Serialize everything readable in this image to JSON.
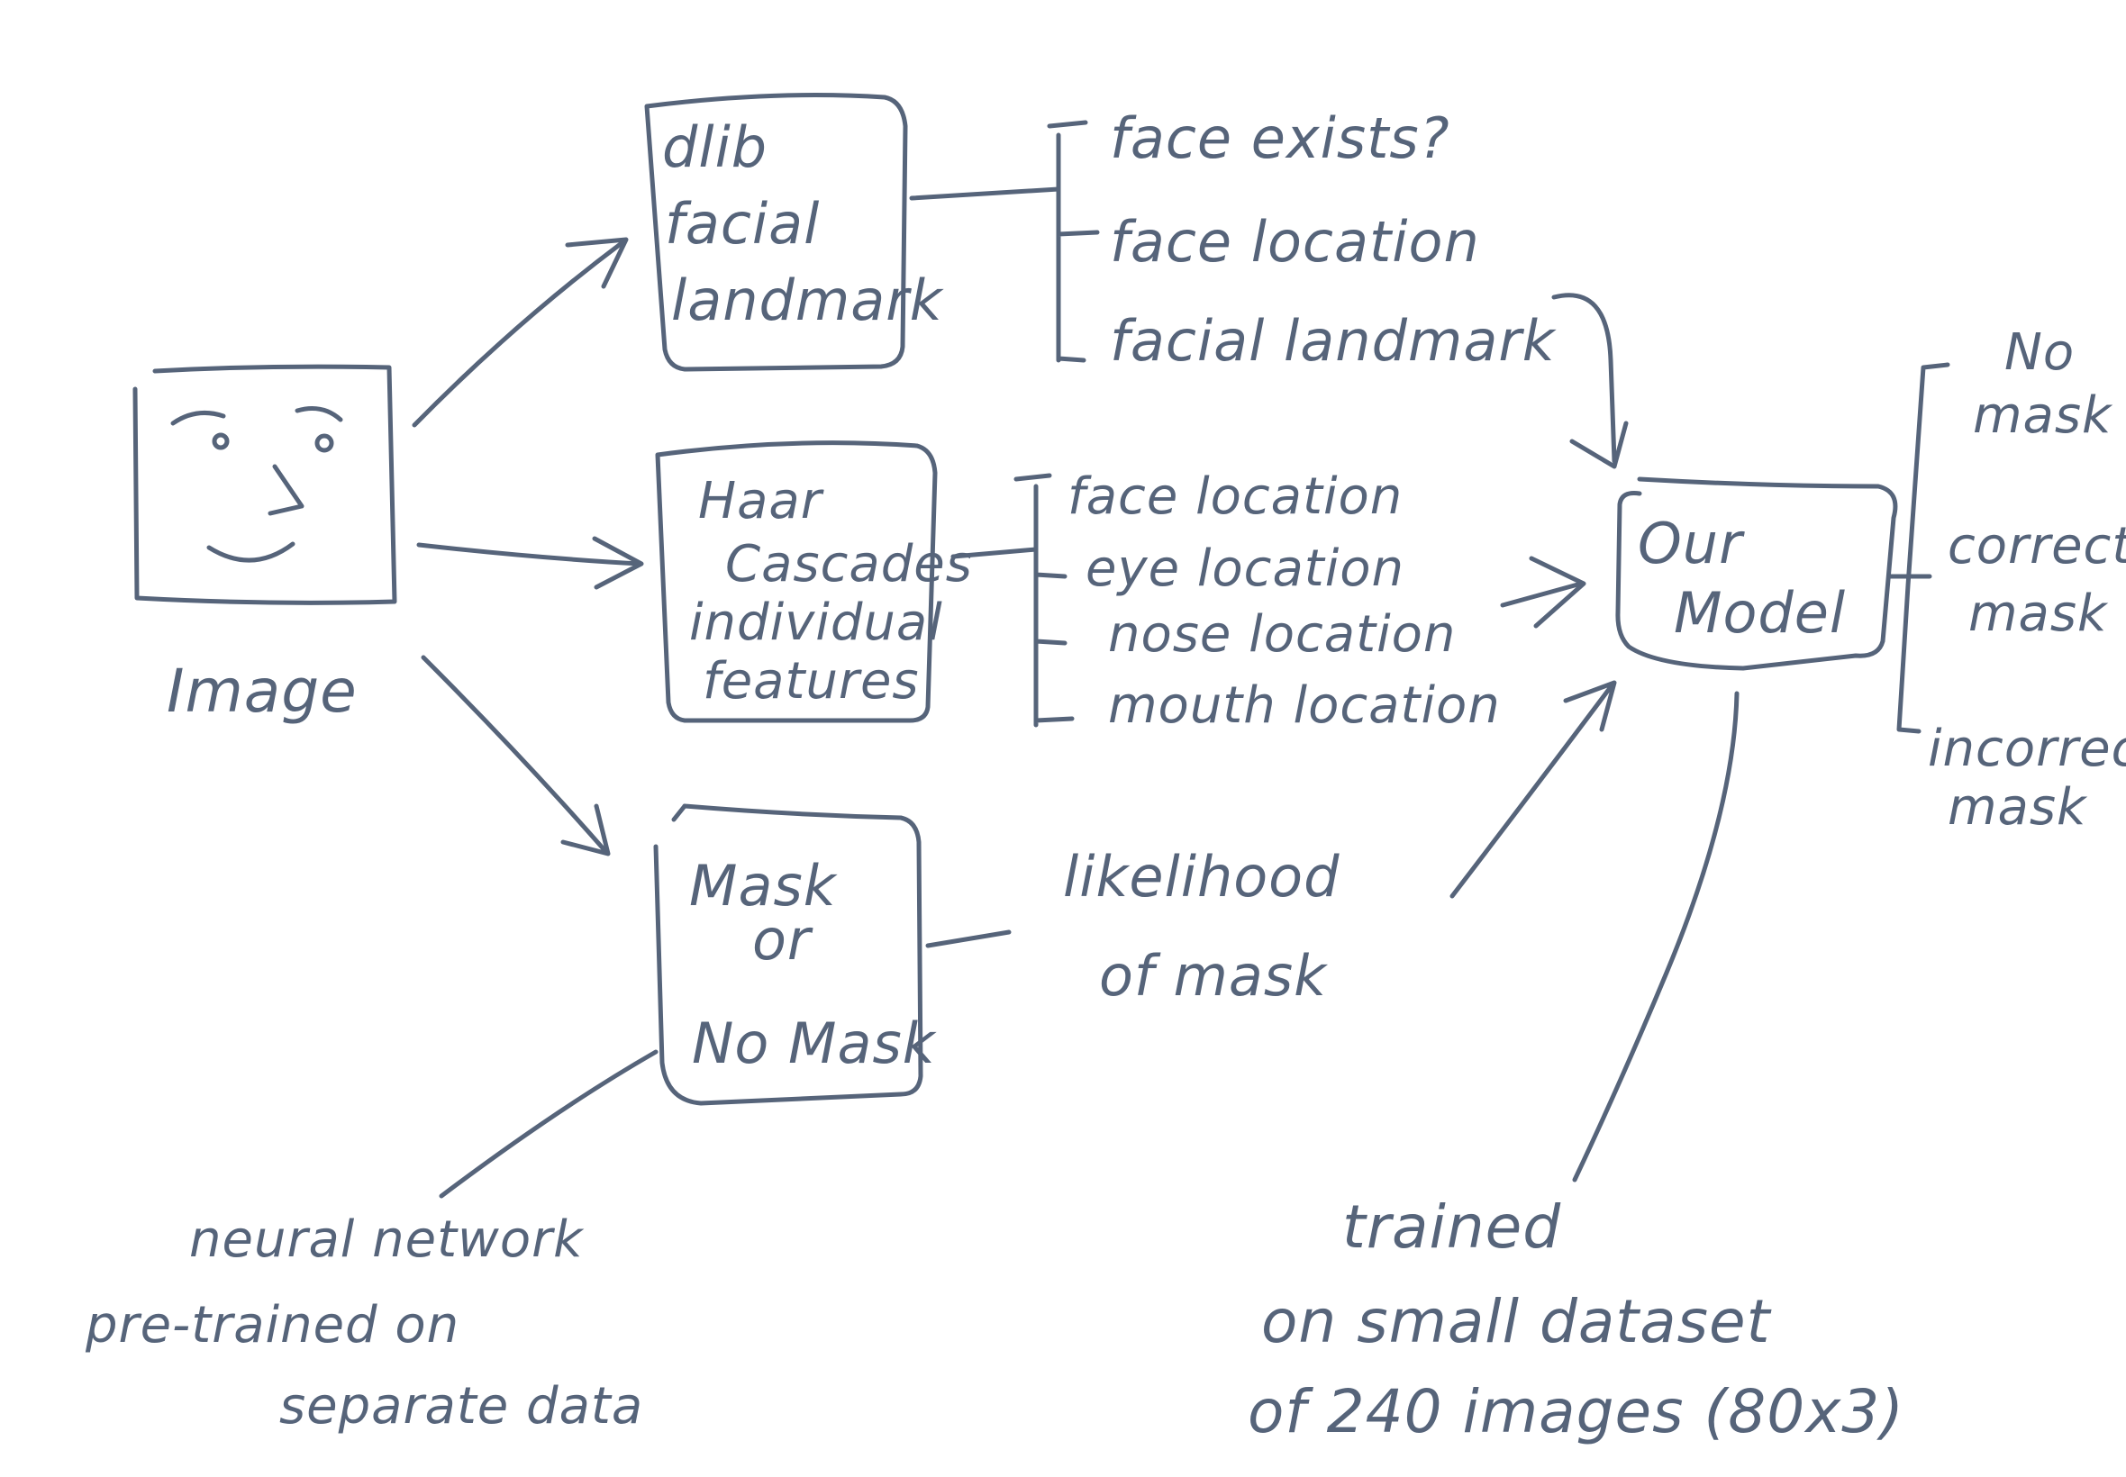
{
  "colors": {
    "ink": "#56647a",
    "background": "#ffffff"
  },
  "input": {
    "label": "Image"
  },
  "boxes": {
    "dlib": {
      "lines": [
        "dlib",
        "facial",
        "landmark"
      ]
    },
    "haar": {
      "lines": [
        "Haar",
        "Cascades",
        "individual",
        "features"
      ]
    },
    "mask": {
      "lines": [
        "Mask",
        "or",
        "No Mask"
      ]
    },
    "model": {
      "lines": [
        "Our",
        "Model"
      ]
    }
  },
  "dlib_outputs": [
    "face exists?",
    "face location",
    "facial landmark"
  ],
  "haar_outputs": [
    "face location",
    "eye location",
    "nose location",
    "mouth location"
  ],
  "mask_output": {
    "lines": [
      "likelihood",
      "of mask"
    ]
  },
  "model_outputs": [
    {
      "lines": [
        "No",
        "mask"
      ]
    },
    {
      "lines": [
        "correct",
        "mask"
      ]
    },
    {
      "lines": [
        "incorrect",
        "mask"
      ]
    }
  ],
  "notes": {
    "neural_network": {
      "lines": [
        "neural network",
        "pre-trained on",
        "separate data"
      ]
    },
    "trained": {
      "lines": [
        "trained",
        "on small dataset",
        "of 240 images (80x3)"
      ]
    }
  }
}
